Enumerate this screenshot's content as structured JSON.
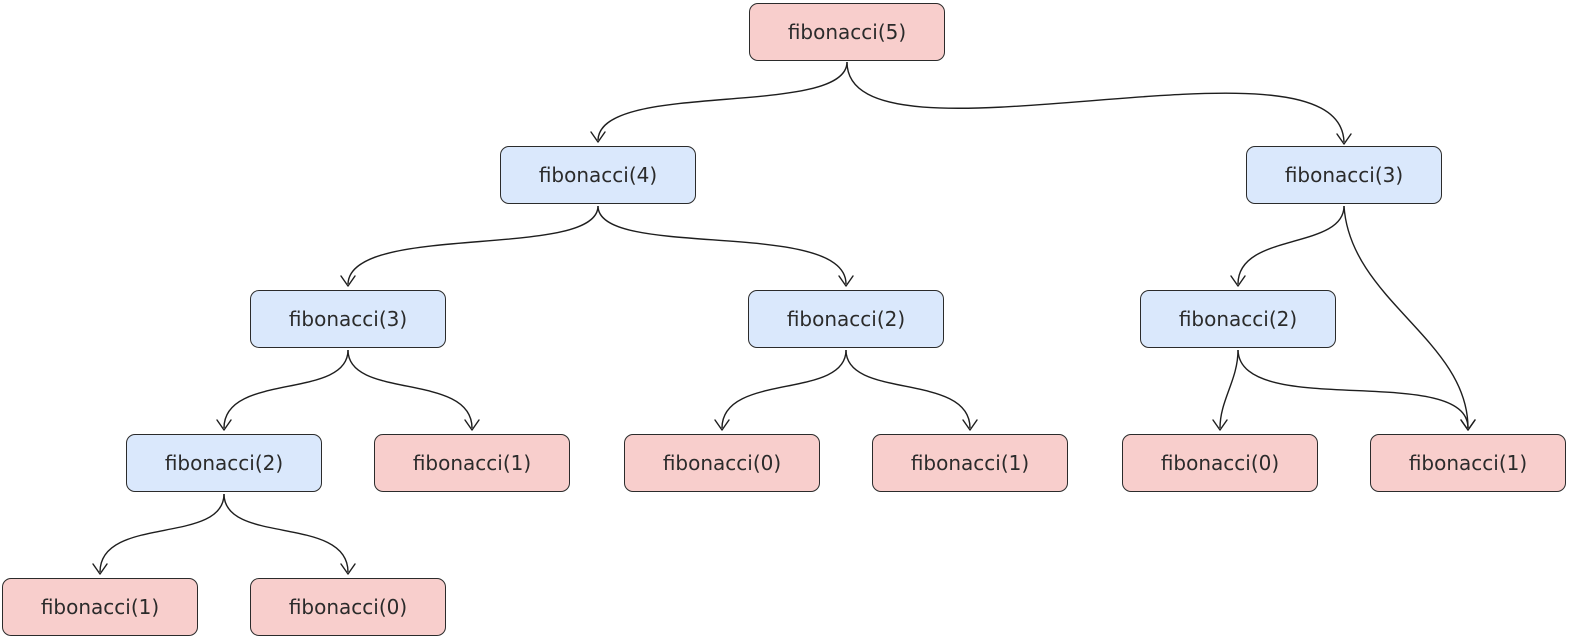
{
  "diagram": {
    "type": "recursion-tree",
    "nodes": [
      {
        "id": "n5",
        "label": "fibonacci(5)",
        "kind": "base"
      },
      {
        "id": "n4",
        "label": "fibonacci(4)",
        "kind": "recursive"
      },
      {
        "id": "n3r",
        "label": "fibonacci(3)",
        "kind": "recursive"
      },
      {
        "id": "n3l",
        "label": "fibonacci(3)",
        "kind": "recursive"
      },
      {
        "id": "n2m",
        "label": "fibonacci(2)",
        "kind": "recursive"
      },
      {
        "id": "n2r",
        "label": "fibonacci(2)",
        "kind": "recursive"
      },
      {
        "id": "n2l",
        "label": "fibonacci(2)",
        "kind": "recursive"
      },
      {
        "id": "n1a",
        "label": "fibonacci(1)",
        "kind": "base"
      },
      {
        "id": "n0b",
        "label": "fibonacci(0)",
        "kind": "base"
      },
      {
        "id": "n1c",
        "label": "fibonacci(1)",
        "kind": "base"
      },
      {
        "id": "n0d",
        "label": "fibonacci(0)",
        "kind": "base"
      },
      {
        "id": "n1e",
        "label": "fibonacci(1)",
        "kind": "base"
      },
      {
        "id": "n1f",
        "label": "fibonacci(1)",
        "kind": "base"
      },
      {
        "id": "n0g",
        "label": "fibonacci(0)",
        "kind": "base"
      }
    ],
    "edges": [
      {
        "from": "n5",
        "to": "n4"
      },
      {
        "from": "n5",
        "to": "n3r"
      },
      {
        "from": "n4",
        "to": "n3l"
      },
      {
        "from": "n4",
        "to": "n2m"
      },
      {
        "from": "n3r",
        "to": "n2r"
      },
      {
        "from": "n3r",
        "to": "n1e"
      },
      {
        "from": "n3l",
        "to": "n2l"
      },
      {
        "from": "n3l",
        "to": "n1a"
      },
      {
        "from": "n2m",
        "to": "n0b"
      },
      {
        "from": "n2m",
        "to": "n1c"
      },
      {
        "from": "n2r",
        "to": "n0d"
      },
      {
        "from": "n2r",
        "to": "n1e"
      },
      {
        "from": "n2l",
        "to": "n1f"
      },
      {
        "from": "n2l",
        "to": "n0g"
      }
    ],
    "colors": {
      "base_fill": "#f8cecc",
      "recursive_fill": "#dae8fc",
      "stroke": "#2b2b2b"
    }
  }
}
